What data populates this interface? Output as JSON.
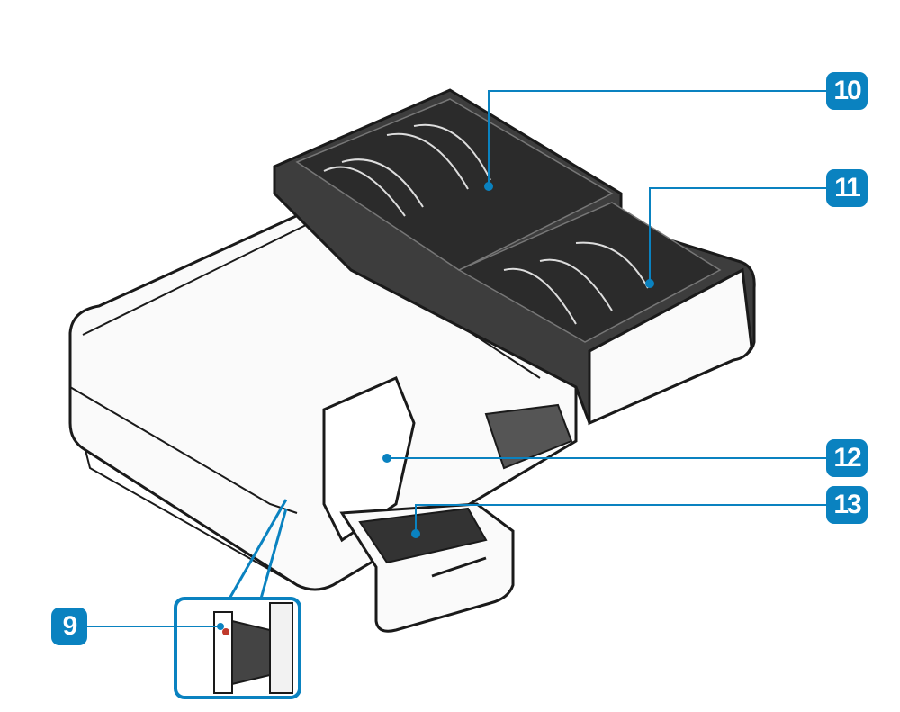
{
  "callouts": [
    {
      "number": "9",
      "part": "callout-9"
    },
    {
      "number": "10",
      "part": "callout-10"
    },
    {
      "number": "11",
      "part": "callout-11"
    },
    {
      "number": "12",
      "part": "callout-12"
    },
    {
      "number": "13",
      "part": "callout-13"
    }
  ],
  "colors": {
    "accent": "#0a82c0",
    "outline": "#1a1a1a",
    "dark": "#3a3a3a"
  }
}
